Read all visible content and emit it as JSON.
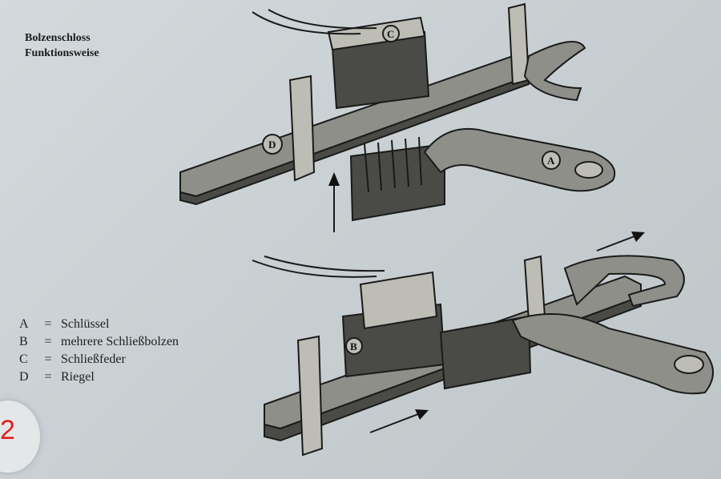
{
  "title": {
    "line1": "Bolzenschloss",
    "line2": "Funktionsweise"
  },
  "legend": [
    {
      "key": "A",
      "eq": "=",
      "label": "Schlüssel"
    },
    {
      "key": "B",
      "eq": "=",
      "label": "mehrere Schließbolzen"
    },
    {
      "key": "C",
      "eq": "=",
      "label": "Schließfeder"
    },
    {
      "key": "D",
      "eq": "=",
      "label": "Riegel"
    }
  ],
  "diagram_labels": {
    "a": "A",
    "b": "B",
    "c": "C",
    "d": "D"
  },
  "badge": "2"
}
